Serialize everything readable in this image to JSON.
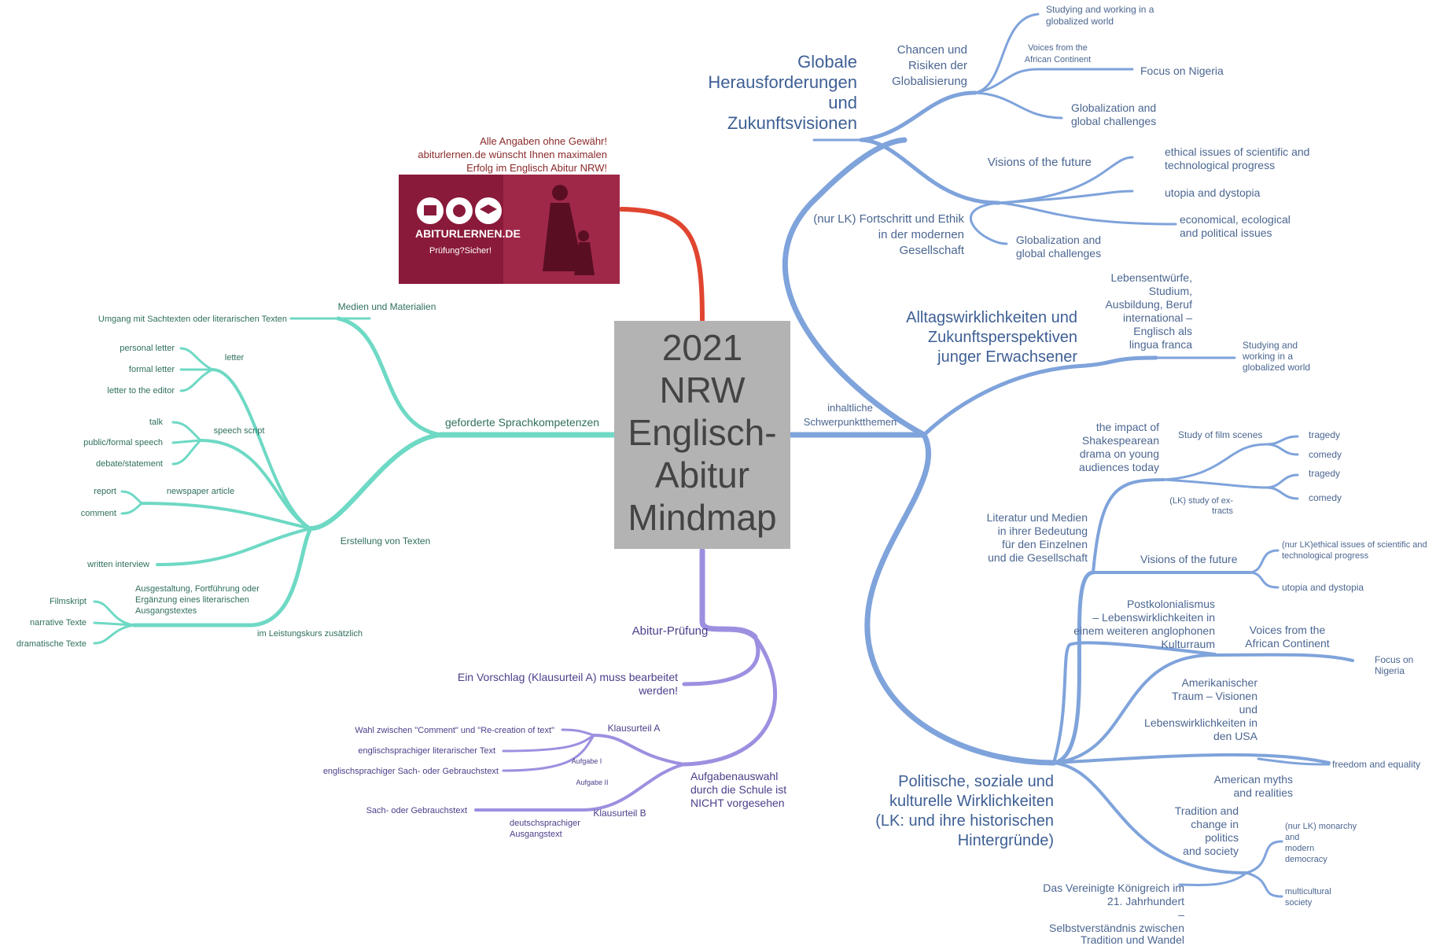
{
  "colors": {
    "blue": "#7fa3db",
    "green": "#6ed9c4",
    "purple": "#9d8fe0",
    "red": "#e04530",
    "center_box": "#b3b3b3",
    "logo_bg": "#8a1a3a"
  },
  "center": {
    "line1": "2021",
    "line2": "NRW",
    "line3": "Englisch-",
    "line4": "Abitur",
    "line5": "Mindmap"
  },
  "logo": {
    "notice1": "Alle Angaben ohne Gewähr!",
    "notice2": "abiturlernen.de wünscht Ihnen maximalen",
    "notice3": "Erfolg im Englisch Abitur NRW!",
    "brand": "ABITURLERNEN.DE",
    "slogan": "Prüfung?Sicher!"
  },
  "blue": {
    "root": "inhaltliche Schwerpunktthemen",
    "root1": "inhaltliche",
    "root2": "Schwerpunktthemen",
    "globale": [
      "Globale",
      "Herausforderungen",
      "und",
      "Zukunftsvisionen"
    ],
    "chancen": [
      "Chancen und",
      "Risiken der",
      "Globalisierung"
    ],
    "studying1": [
      "Studying and working in a",
      "globalized world"
    ],
    "voices1": [
      "Voices from the",
      "African Continent"
    ],
    "focus1": "Focus on Nigeria",
    "globalization1": [
      "Globalization and",
      "global challenges"
    ],
    "visions1": "Visions of the future",
    "ethical1": [
      "ethical issues of scientific and",
      "technological progress"
    ],
    "utopia1": "utopia and dystopia",
    "economical": [
      "economical, ecological",
      "and political issues"
    ],
    "fortschritt": [
      "(nur LK) Fortschritt und Ethik",
      "in der modernen",
      "Gesellschaft"
    ],
    "globalization2": [
      "Globalization and",
      "global challenges"
    ],
    "alltag": [
      "Alltagswirklichkeiten und",
      "Zukunftsperspektiven",
      "junger Erwachsener"
    ],
    "lebens": [
      "Lebensentwürfe,",
      "Studium,",
      "Ausbildung, Beruf",
      "international –",
      "Englisch als",
      "lingua franca"
    ],
    "studying2": [
      "Studying and",
      "working in a",
      "globalized world"
    ],
    "shakespeare": [
      "the impact of",
      "Shakespearean",
      "drama on young",
      "audiences today"
    ],
    "film": "Study of film scenes",
    "tragedy1": "tragedy",
    "comedy1": "comedy",
    "tragedy2": "tragedy",
    "comedy2": "comedy",
    "extracts": [
      "(LK) study of ex-",
      "tracts"
    ],
    "literatur": [
      "Literatur und Medien",
      "in ihrer Bedeutung",
      "für den Einzelnen",
      "und die Gesellschaft"
    ],
    "visions2": "Visions of the future",
    "ethical2": [
      "(nur LK)ethical issues of scientific and",
      "technological progress"
    ],
    "utopia2": "utopia and dystopia",
    "postkol": [
      "Postkolonialismus",
      "– Lebenswirklichkeiten in",
      "einem weiteren anglophonen",
      "Kulturraum"
    ],
    "voices2": [
      "Voices from the",
      "African Continent"
    ],
    "focus2": [
      "Focus on",
      "Nigeria"
    ],
    "amerik": [
      "Amerikanischer",
      "Traum – Visionen",
      "und",
      "Lebenswirklichkeiten in",
      "den USA"
    ],
    "freedom": "freedom and equality",
    "myths": [
      "American myths",
      "and realities"
    ],
    "politische": [
      "Politische, soziale und",
      "kulturelle Wirklichkeiten",
      "(LK: und ihre historischen",
      "Hintergründe)"
    ],
    "tradition": [
      "Tradition and",
      "change in",
      "politics",
      "and society"
    ],
    "monarchy": [
      "(nur LK) monarchy",
      "and",
      "modern",
      "democracy"
    ],
    "multicultural": [
      "multicultural",
      "society"
    ],
    "uk": [
      "Das Vereinigte Königreich im",
      "21. Jahrhundert",
      "–",
      "Selbstverständnis zwischen",
      "Tradition und Wandel"
    ]
  },
  "green": {
    "root": "geforderte Sprachkompetenzen",
    "medien": "Medien und Materialien",
    "umgang": "Umgang mit Sachtexten oder literarischen Texten",
    "letter": "letter",
    "personal": "personal letter",
    "formal": "formal letter",
    "editor": "letter to the editor",
    "speech": "speech script",
    "talk": "talk",
    "public": "public/formal speech",
    "debate": "debate/statement",
    "newspaper": "newspaper article",
    "report": "report",
    "comment": "comment",
    "erstellung": "Erstellung von Texten",
    "interview": "written interview",
    "ausgestaltung": [
      "Ausgestaltung, Fortführung oder",
      "Ergänzung eines literarischen",
      "Ausgangstextes"
    ],
    "filmskript": "Filmskript",
    "narrative": "narrative Texte",
    "dramatische": "dramatische Texte",
    "lk": "im Leistungskurs zusätzlich"
  },
  "purple": {
    "root": "Abitur-Prüfung",
    "vorschlag": [
      "Ein Vorschlag (Klausurteil A) muss bearbeitet",
      "werden!"
    ],
    "aufgabenwahl": [
      "Aufgabenauswahl",
      "durch die Schule ist",
      "NICHT vorgesehen"
    ],
    "klausurA": "Klausurteil A",
    "wahl": "Wahl zwischen \"Comment\" und \"Re-creation of text\"",
    "englit": "englischsprachiger literarischer Text",
    "aufgabe1": "Aufgabe I",
    "engsach": "englischsprachiger Sach- oder Gebrauchstext",
    "aufgabe2": "Aufgabe II",
    "klausurB": "Klausurteil B",
    "sach": "Sach- oder Gebrauchstext",
    "deutsch": [
      "deutschsprachiger",
      "Ausgangstext"
    ]
  }
}
